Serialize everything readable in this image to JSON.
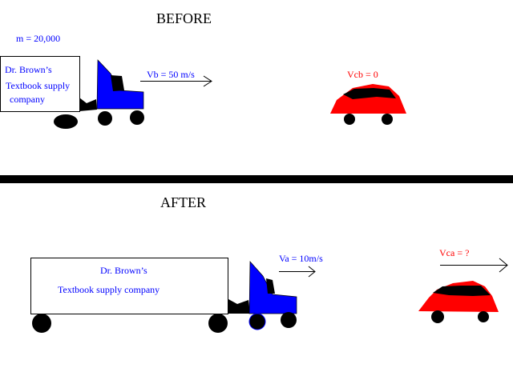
{
  "colors": {
    "truck_cab": "#0000ff",
    "car": "#ff0000",
    "label_blue": "#0000ff",
    "label_red": "#ff0000",
    "ink": "#000000"
  },
  "before": {
    "title": "BEFORE",
    "mass_label": "m = 20,000",
    "trailer_lines": [
      "Dr. Brown’s",
      "Textbook supply",
      " company"
    ],
    "truck_velocity": "Vb = 50 m/s",
    "car_velocity": "Vcb = 0"
  },
  "after": {
    "title": "AFTER",
    "trailer_lines": [
      "Dr. Brown’s",
      "Textbook supply company"
    ],
    "truck_velocity": "Va = 10m/s",
    "car_velocity": "Vca = ?"
  }
}
